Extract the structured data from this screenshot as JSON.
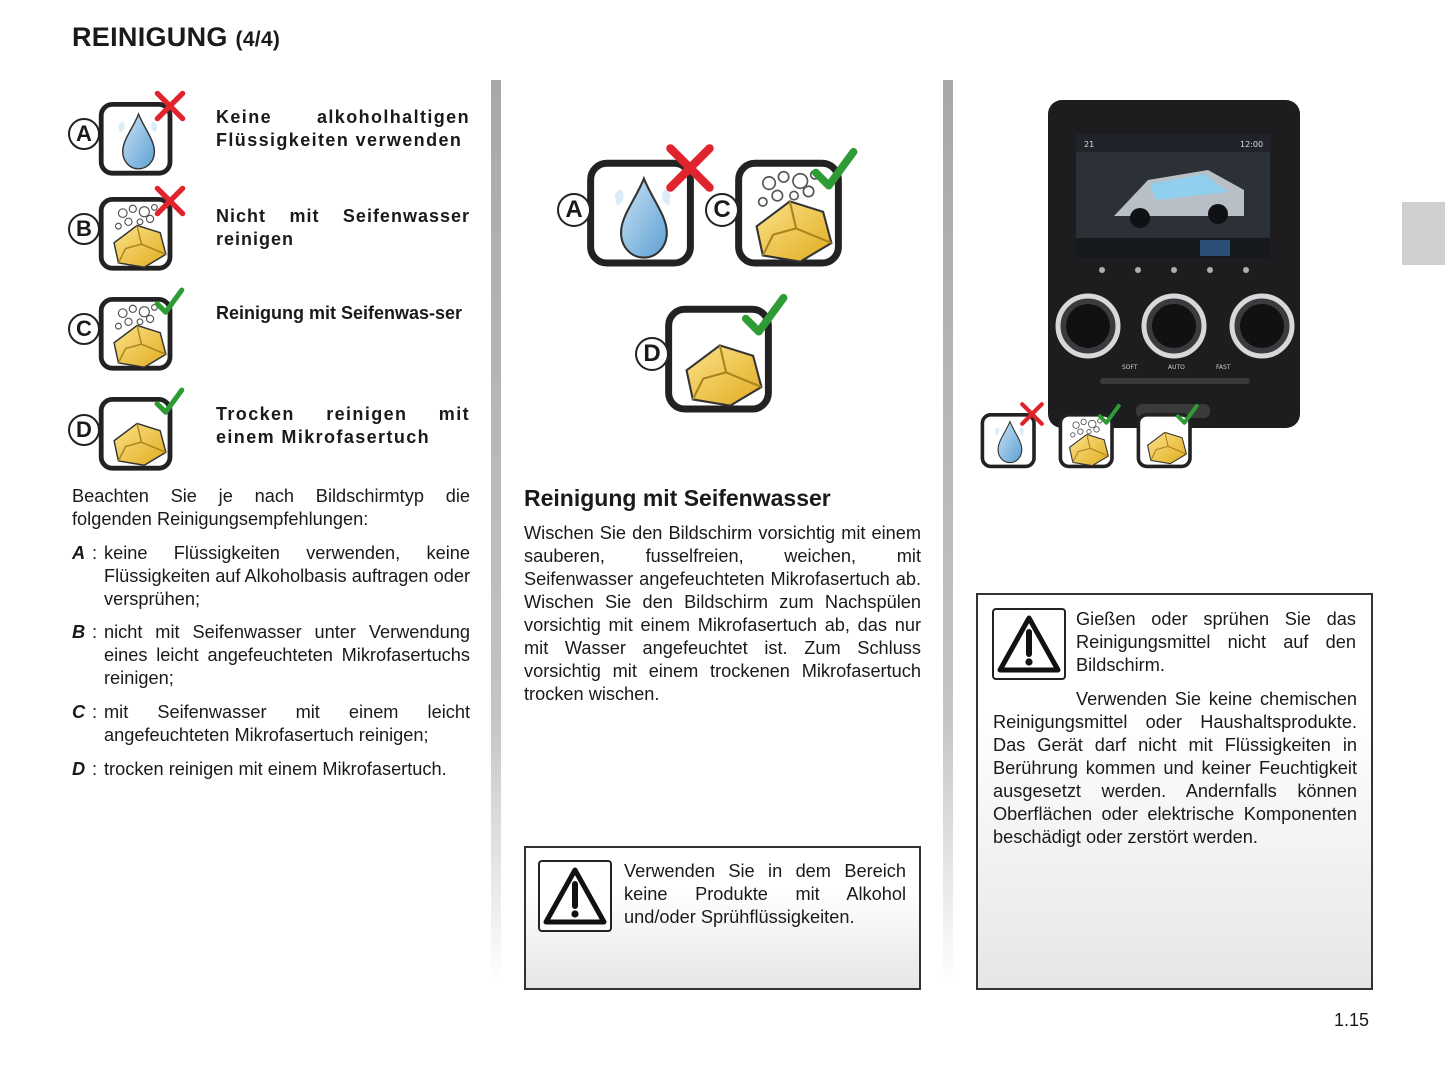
{
  "header": {
    "title": "REINIGUNG",
    "part": "(4/4)"
  },
  "icons_left": [
    {
      "letter": "A",
      "label": "Keine alkoholhaltigen Flüssigkeiten verwenden",
      "mark": "cross"
    },
    {
      "letter": "B",
      "label": "Nicht mit Seifenwasser reinigen",
      "mark": "cross"
    },
    {
      "letter": "C",
      "label": "Reinigung mit Seifenwas-ser",
      "mark": "check"
    },
    {
      "letter": "D",
      "label": "Trocken reinigen mit einem Mikrofasertuch",
      "mark": "check"
    }
  ],
  "intro": "Beachten Sie je nach Bildschirmtyp die folgenden Reinigungsempfehlungen:",
  "list": [
    {
      "key": "A",
      "text": "keine Flüssigkeiten verwenden, keine Flüssigkeiten auf Alkoholbasis auftragen oder versprühen;"
    },
    {
      "key": "B",
      "text": "nicht mit Seifenwasser unter Verwendung eines leicht angefeuchteten Mikrofasertuchs reinigen;"
    },
    {
      "key": "C",
      "text": "mit Seifenwasser mit einem leicht angefeuchteten Mikrofasertuch reinigen;"
    },
    {
      "key": "D",
      "text": "trocken reinigen mit einem Mikrofasertuch."
    }
  ],
  "middle": {
    "letters": [
      "A",
      "C",
      "D"
    ],
    "heading": "Reinigung mit Seifenwasser",
    "paragraph": "Wischen Sie den Bildschirm vorsichtig mit einem sauberen, fusselfreien, weichen, mit Seifenwasser angefeuchteten Mikrofasertuch ab. Wischen Sie den Bildschirm zum Nachspülen vorsichtig mit einem Mikrofasertuch ab, das nur mit Wasser angefeuchtet ist. Zum Schluss vorsichtig mit einem trockenen Mikrofasertuch trocken wischen.",
    "warning": "Verwenden Sie in dem Bereich keine Produkte mit Alkohol und/oder Sprühflüssigkeiten."
  },
  "right": {
    "screen": {
      "temp": "21",
      "clock": "12:00",
      "buttons": [
        "SOFT",
        "AUTO",
        "FAST"
      ]
    },
    "warning_1": "Gießen oder sprühen Sie das Reinigungsmittel nicht auf den Bildschirm.",
    "warning_2": "Verwenden Sie keine chemischen Reinigungsmittel oder Haushaltsprodukte. Das Gerät darf nicht mit Flüssigkeiten in Berührung kommen und keiner Feuchtigkeit ausgesetzt werden. Andernfalls können Oberflächen oder elektrische Komponenten beschädigt oder zerstört werden."
  },
  "page_number": "1.15",
  "colors": {
    "cross": "#e0242e",
    "check": "#2f9b35",
    "cloth": "#f2c94c",
    "drop": "#7fb6df"
  }
}
